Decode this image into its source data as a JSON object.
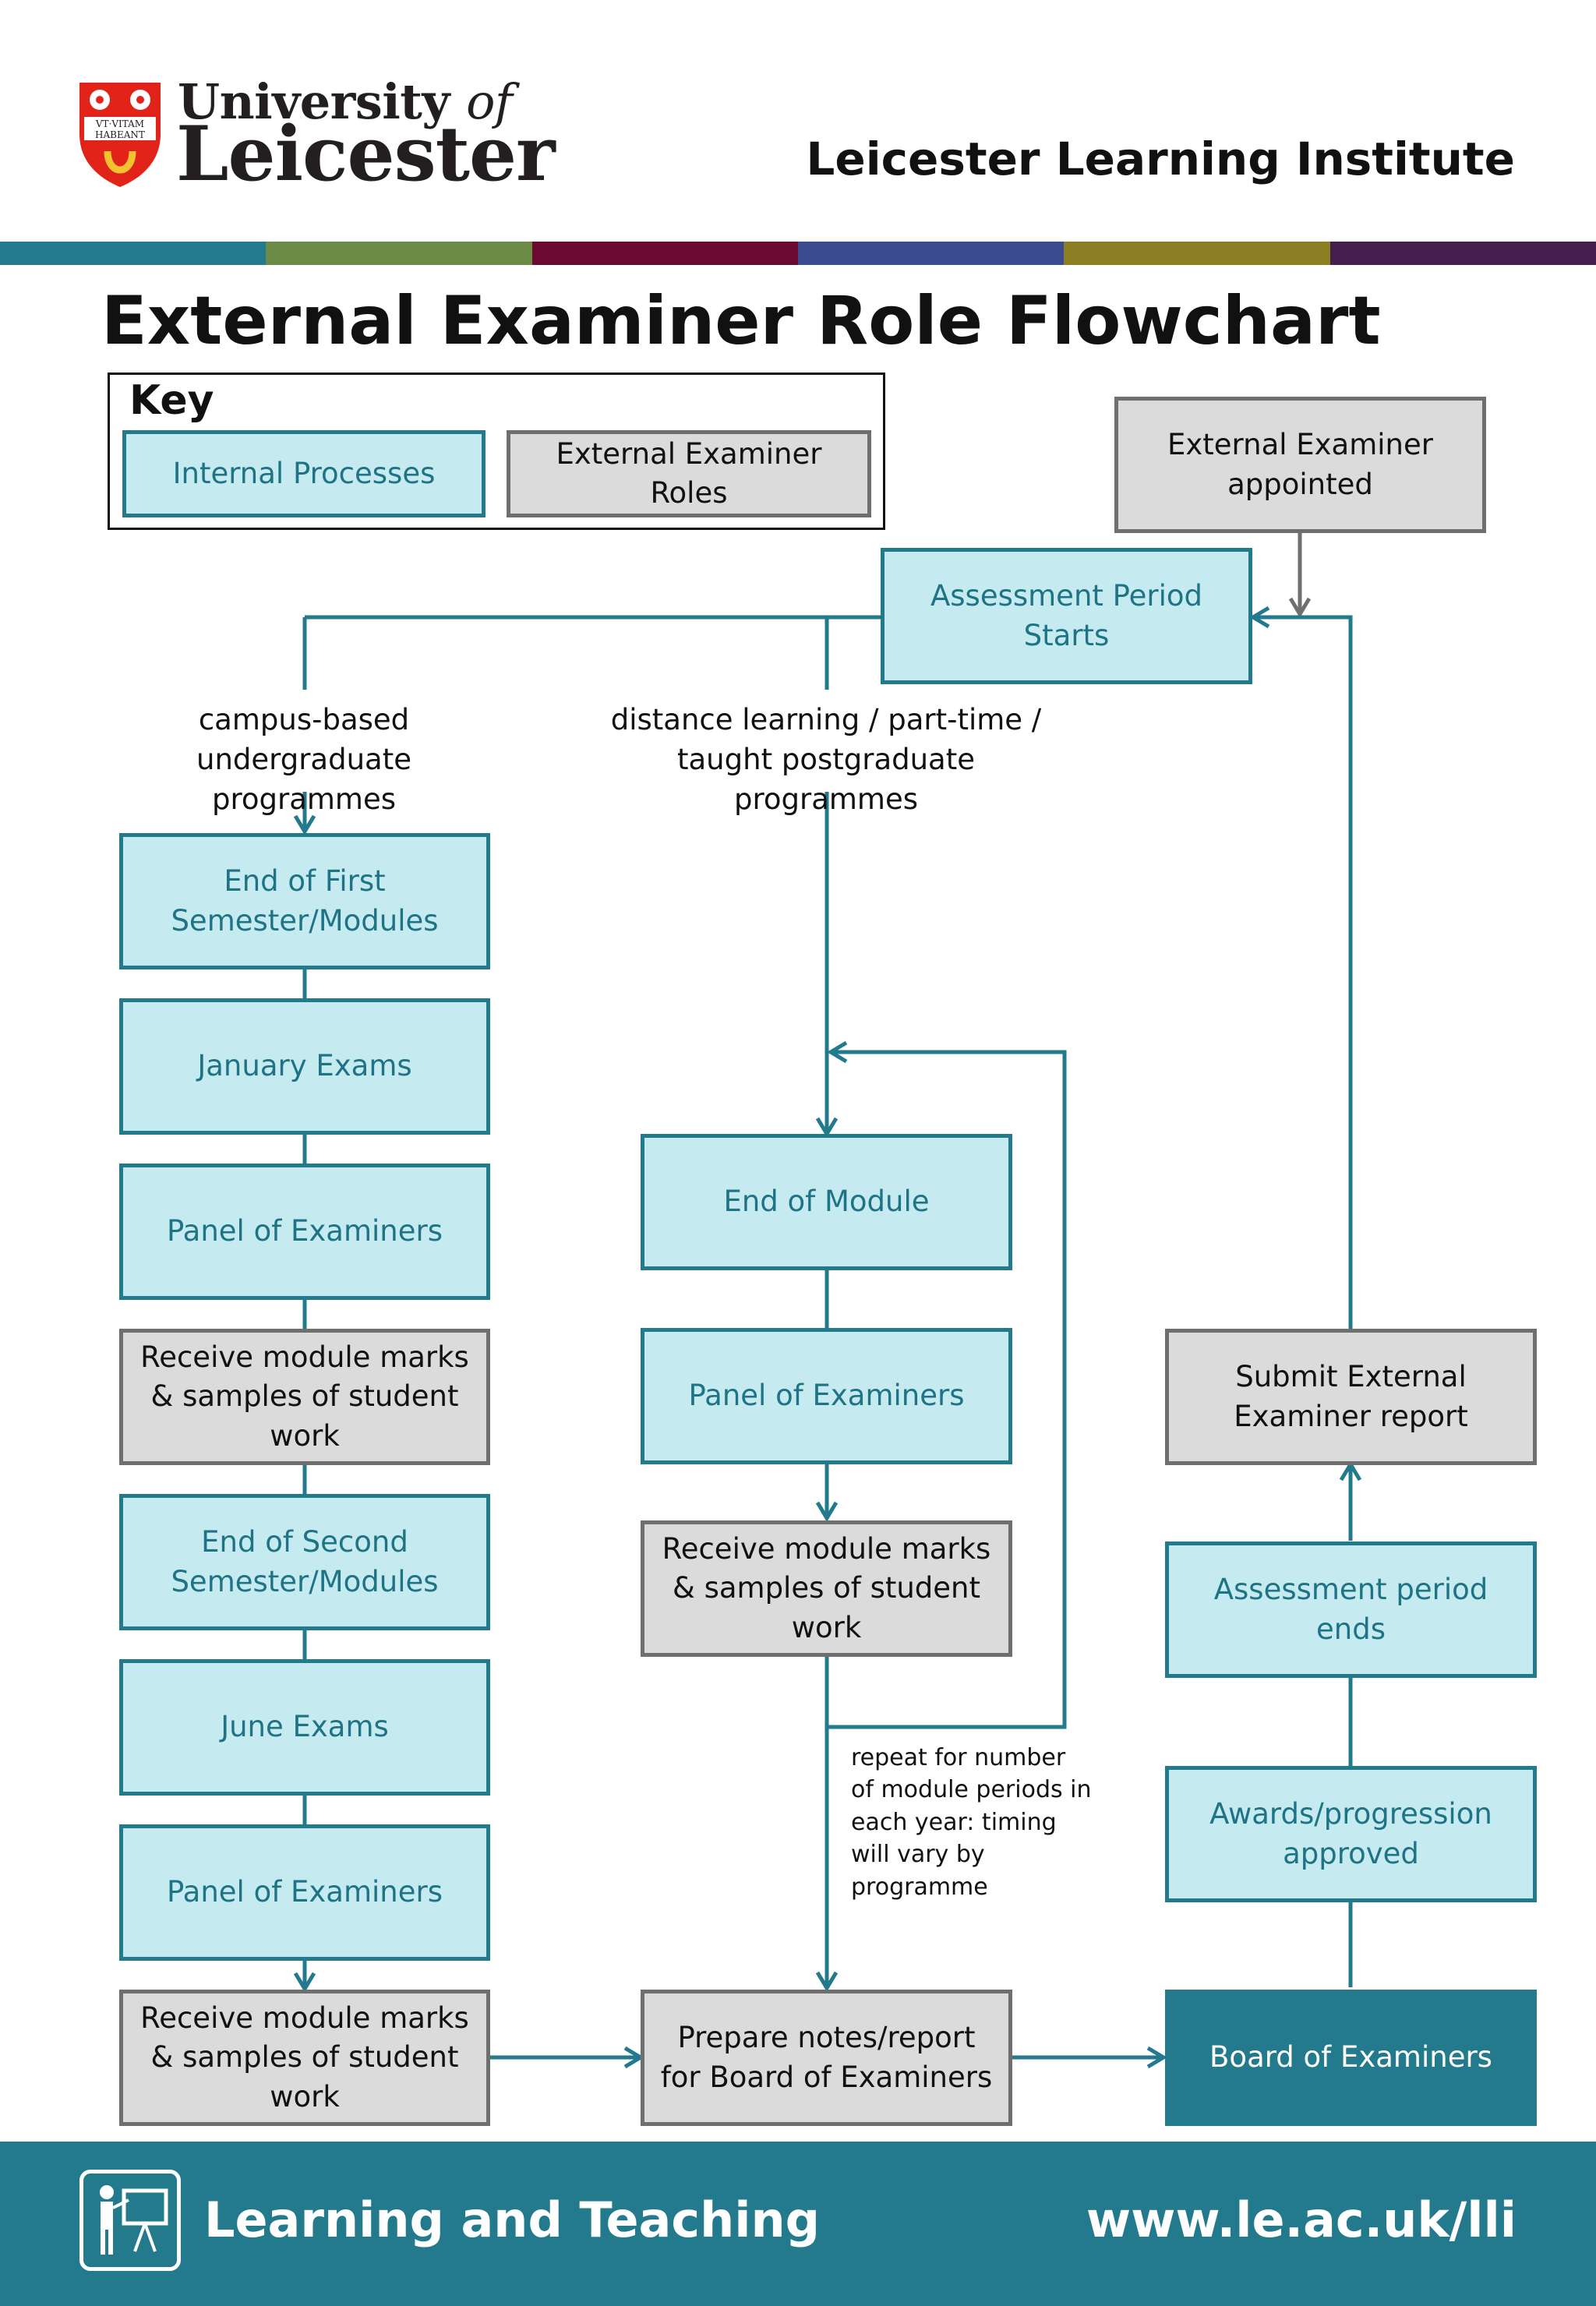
{
  "header": {
    "university_line1": "University",
    "university_of": "of",
    "university_line2": "Leicester",
    "shield_motto_1": "VT·VITAM",
    "shield_motto_2": "HABEANT",
    "institute": "Leicester Learning Institute"
  },
  "colors": {
    "stripe": [
      "#237a8c",
      "#6b8a45",
      "#6b0a30",
      "#3a4b8f",
      "#8c7f23",
      "#45204f"
    ],
    "internal_fill": "#c5eaf0",
    "internal_border": "#227a8c",
    "external_fill": "#dcdbdc",
    "external_border": "#6f6f6f",
    "board_fill": "#227a8c",
    "connector": "#227a8c",
    "connector_external": "#6f6f6f"
  },
  "title": "External Examiner Role Flowchart",
  "key": {
    "title": "Key",
    "internal": "Internal Processes",
    "external": "External Examiner Roles"
  },
  "flow": {
    "appointed": "External Examiner appointed",
    "assessment_starts": "Assessment Period Starts",
    "branch_campus": "campus-based undergraduate programmes",
    "branch_distance": "distance learning / part-time / taught postgraduate programmes",
    "left": {
      "end_first": "End of First Semester/Modules",
      "january": "January Exams",
      "panel1": "Panel of Examiners",
      "receive1": "Receive module marks & samples of student work",
      "end_second": "End of Second Semester/Modules",
      "june": "June Exams",
      "panel2": "Panel of Examiners",
      "receive2": "Receive module marks & samples of student work"
    },
    "middle": {
      "end_module": "End of Module",
      "panel": "Panel of Examiners",
      "receive": "Receive module marks & samples of student work",
      "repeat_note": "repeat for number of module periods in each year: timing will vary by programme",
      "prepare": "Prepare notes/report for Board of Examiners"
    },
    "right": {
      "submit": "Submit External Examiner report",
      "period_ends": "Assessment period ends",
      "awards": "Awards/progression approved",
      "board": "Board of Examiners"
    }
  },
  "footer": {
    "left": "Learning and Teaching",
    "right": "www.le.ac.uk/lli",
    "icon": "presenter-board-icon"
  }
}
